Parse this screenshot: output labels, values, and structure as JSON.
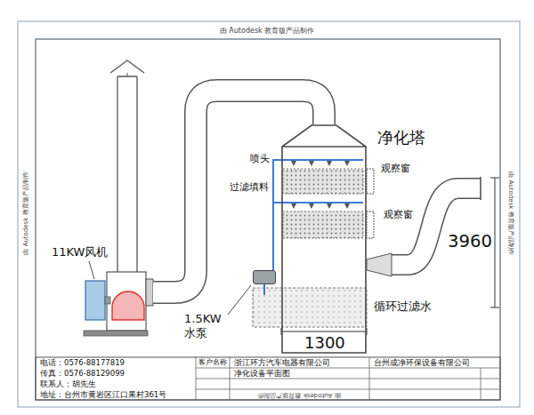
{
  "diagram": {
    "nodes": [
      {
        "text": [
          "净化塔"
        ]
      },
      {
        "text": [
          "11KW风机"
        ]
      },
      {
        "text": [
          "1.5KW 水泵"
        ]
      }
    ],
    "edges": [
      {
        "from": 0,
        "to": 1,
        "arrow": "none"
      },
      {
        "from": 2,
        "to": 0,
        "arrow": "none"
      }
    ],
    "labels": [
      "由 Autodesk 教育版产品制作",
      "由 Autodesk 教育版产品制作",
      "由 Autodesk 教育版产品制作",
      "喷头",
      "过滤填料",
      "观察窗",
      "观察窗",
      "循环过滤水",
      "3960",
      "1300",
      "电话：0576-88177819",
      "传真：0576-88129099",
      "联系人：胡先生",
      "地址：台州市黄岩区江口果村361号",
      "客户名称",
      "浙江环方汽车电器有限公司",
      "台州成净环保设备有限公司",
      "净化设备平面图",
      "由 Autodesk 教育版产品制作"
    ]
  }
}
